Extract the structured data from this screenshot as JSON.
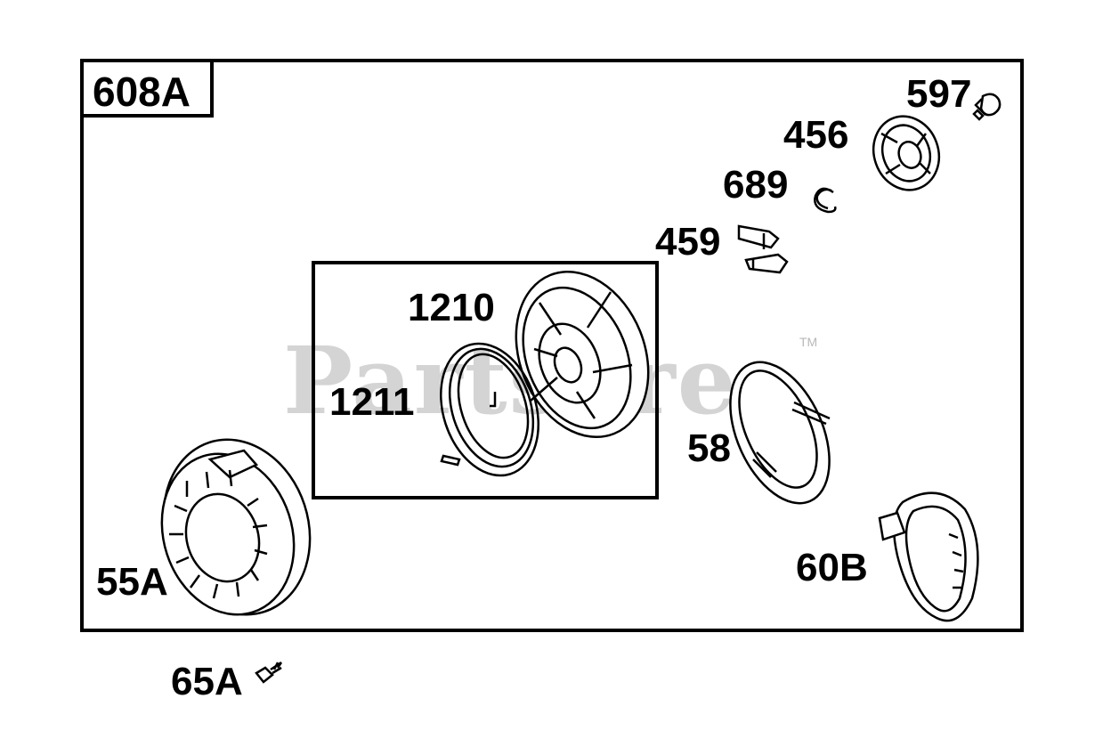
{
  "diagram": {
    "group_label": "608A",
    "watermark": "PartsTree",
    "trademark": "TM",
    "parts": [
      {
        "id": "597",
        "icon": "bolt-icon"
      },
      {
        "id": "456",
        "icon": "pawl-plate-icon"
      },
      {
        "id": "689",
        "icon": "retainer-ring-icon"
      },
      {
        "id": "459",
        "icon": "pawl-icon"
      },
      {
        "id": "1210",
        "icon": "pulley-icon"
      },
      {
        "id": "1211",
        "icon": "recoil-spring-icon"
      },
      {
        "id": "58",
        "icon": "rope-guide-icon"
      },
      {
        "id": "55A",
        "icon": "housing-icon"
      },
      {
        "id": "60B",
        "icon": "handle-icon"
      },
      {
        "id": "65A",
        "icon": "screw-icon"
      }
    ],
    "colors": {
      "ink": "#000000",
      "watermark": "#d4d4d4"
    }
  }
}
